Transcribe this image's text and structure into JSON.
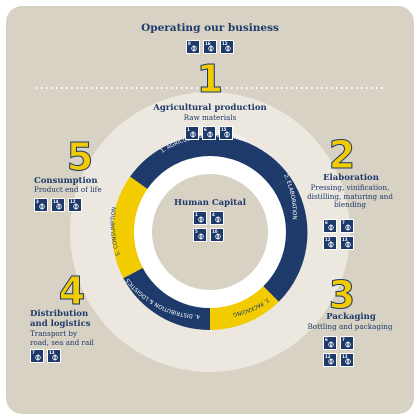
{
  "header": {
    "title": "Operating our business",
    "sdgs": [
      "8",
      "16",
      "12"
    ]
  },
  "stages": [
    {
      "number": "1",
      "title": "Agricultural production",
      "subtitle": "Raw materials",
      "sdgs": [
        "1",
        "6",
        "15"
      ]
    },
    {
      "number": "2",
      "title": "Elaboration",
      "subtitle": "Pressing, vinification, distilling, maturing and blending",
      "sdgs": [
        "6",
        "7",
        "12",
        "13"
      ]
    },
    {
      "number": "3",
      "title": "Packaging",
      "subtitle": "Bottling and packaging",
      "sdgs": [
        "6",
        "7",
        "12",
        "13"
      ]
    },
    {
      "number": "4",
      "title": "Distribution and logistics",
      "subtitle": "Transport by road, sea and rail",
      "sdgs": [
        "7",
        "13"
      ]
    },
    {
      "number": "5",
      "title": "Consumption",
      "subtitle": "Product end of life",
      "sdgs": [
        "3",
        "14",
        "12"
      ]
    }
  ],
  "ring": {
    "labels": [
      "1. AGRICULTURAL PRODUCTION",
      "2. ELABORATION",
      "3. PACKAGING",
      "4. DISTRIBUTION & LOGISTICS",
      "5. CONSUMPTION"
    ]
  },
  "center": {
    "title": "Human Capital",
    "sdgs": [
      "1",
      "4",
      "5",
      "10"
    ]
  },
  "colors": {
    "navy": "#1d3a6a",
    "yellow": "#f2cb00",
    "beige": "#d8d2c5",
    "ring_bg": "#ece8e0"
  }
}
